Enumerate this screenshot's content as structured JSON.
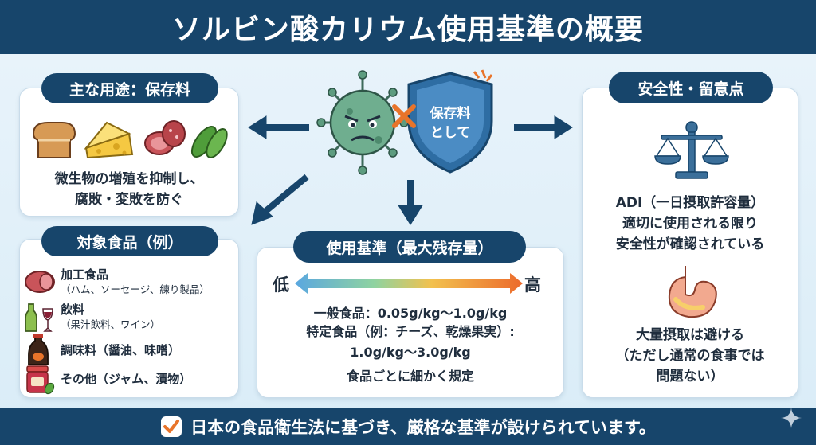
{
  "title": "ソルビン酸カリウム使用基準の概要",
  "uses": {
    "heading": "主な用途：保存料",
    "description_line1": "微生物の増殖を抑制し、",
    "description_line2": "腐敗・変敗を防ぐ",
    "icons": [
      "bread-icon",
      "cheese-icon",
      "sausage-icon",
      "pickle-icon"
    ]
  },
  "center": {
    "shield_line1": "保存料",
    "shield_line2": "として"
  },
  "foods": {
    "heading": "対象食品（例）",
    "items": [
      {
        "icon": "ham-icon",
        "main": "加工食品",
        "sub": "（ハム、ソーセージ、練り製品）"
      },
      {
        "icon": "drink-icon",
        "main": "飲料",
        "sub": "（果汁飲料、ワイン）"
      },
      {
        "icon": "soy-sauce-icon",
        "main": "調味料（醤油、味噌）",
        "sub": ""
      },
      {
        "icon": "jam-icon",
        "main": "その他（ジャム、漬物）",
        "sub": ""
      }
    ]
  },
  "standard": {
    "heading": "使用基準（最大残存量）",
    "low": "低",
    "high": "高",
    "line1": "一般食品：0.05g/kg〜1.0g/kg",
    "line2": "特定食品（例：チーズ、乾燥果実）:",
    "line3": "1.0g/kg〜3.0g/kg",
    "line4": "食品ごとに細かく規定"
  },
  "safety": {
    "heading": "安全性・留意点",
    "adi_line1": "ADI（一日摂取許容量）",
    "adi_line2": "適切に使用される限り",
    "adi_line3": "安全性が確認されている",
    "caution_line1": "大量摂取は避ける",
    "caution_line2": "（ただし通常の食事では",
    "caution_line3": "問題ない）"
  },
  "footer": {
    "message": "日本の食品衛生法に基づき、厳格な基準が設けられています。"
  },
  "colors": {
    "navy": "#17456b",
    "accent_orange": "#e8742a",
    "gradient": [
      "#5aa7e0",
      "#8fd3a0",
      "#f2c14e",
      "#ec6a2c"
    ]
  }
}
